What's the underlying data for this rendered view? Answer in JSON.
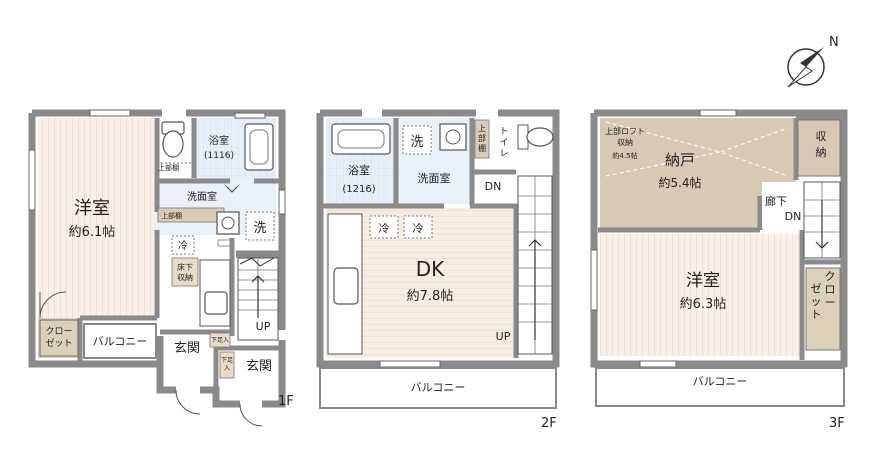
{
  "compass": {
    "label": "N"
  },
  "floor1": {
    "floor_label": "1F",
    "western_room": {
      "name": "洋室",
      "size": "約6.1帖"
    },
    "closet": "クローゼット",
    "balcony": "バルコニー",
    "bathroom": {
      "name": "浴室",
      "size": "(1116)"
    },
    "upper_shelf_1": "上部棚",
    "upper_shelf_2": "上部棚",
    "washroom": "洗面室",
    "washer": "洗",
    "fridge": "冷",
    "underfloor_storage": "床下収納",
    "entrance_1": "玄関",
    "entrance_2": "玄関",
    "shoe_box_1": "下足入",
    "shoe_box_2": "下足入",
    "stairs_up": "UP"
  },
  "floor2": {
    "floor_label": "2F",
    "bathroom": {
      "name": "浴室",
      "size": "(1216)"
    },
    "washer": "洗",
    "washroom": "洗面室",
    "upper_shelf": "上部棚",
    "toilet": "トイレ",
    "stairs_down": "DN",
    "ac_1": "冷",
    "ac_2": "冷",
    "dk": {
      "name": "DK",
      "size": "約7.8帖"
    },
    "stairs_up": "UP",
    "balcony": "バルコニー"
  },
  "floor3": {
    "floor_label": "3F",
    "loft_storage": {
      "line1": "上部ロフト",
      "line2": "収納",
      "size": "約4.5帖"
    },
    "storage_room": {
      "name": "納戸",
      "size": "約5.4帖"
    },
    "storage": "収納",
    "hallway": "廊下",
    "stairs_down": "DN",
    "western_room": {
      "name": "洋室",
      "size": "約6.3帖"
    },
    "closet": "クローゼット",
    "balcony": "バルコニー"
  },
  "colors": {
    "wall": "#8a8a8a",
    "wood_floor": "#f6e6d6",
    "tatami_like_floor": "#f3eee0",
    "storage_floor": "#d8c9b4",
    "wet_area": "#e4eef8",
    "closet_fill": "#ddd0b8"
  }
}
